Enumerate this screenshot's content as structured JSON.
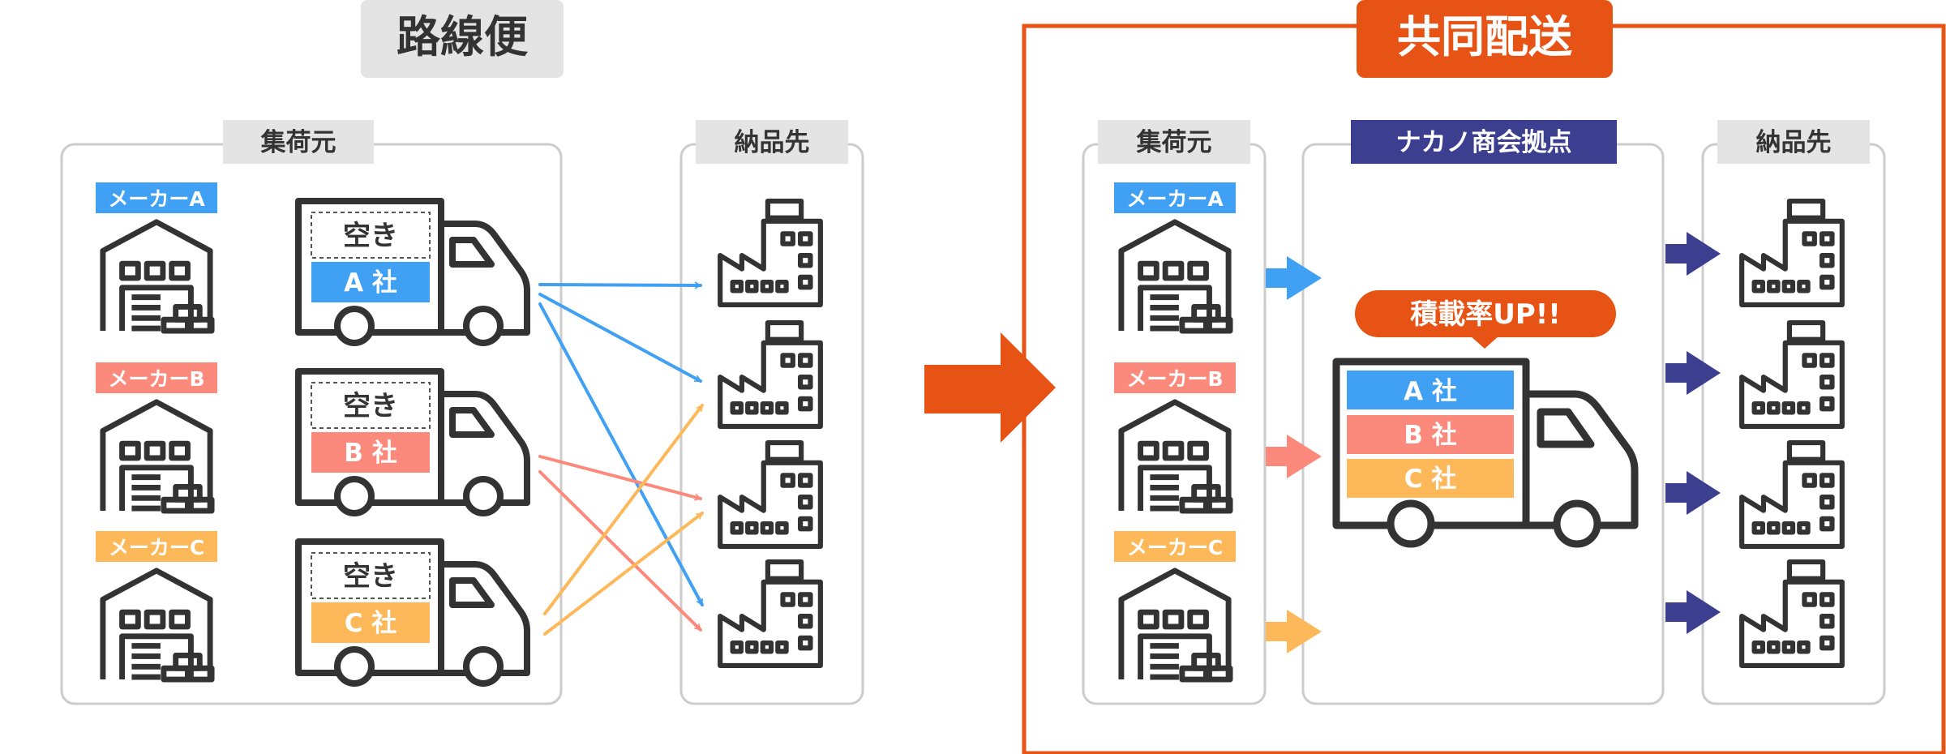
{
  "left": {
    "title": "路線便",
    "origin_label": "集荷元",
    "destination_label": "納品先",
    "makers": [
      {
        "label": "メーカーA",
        "color": "#3fa0f4"
      },
      {
        "label": "メーカーB",
        "color": "#fb8a7c"
      },
      {
        "label": "メーカーC",
        "color": "#fdb859"
      }
    ],
    "trucks": [
      {
        "empty_label": "空き",
        "company": "A 社",
        "color": "#3fa0f4"
      },
      {
        "empty_label": "空き",
        "company": "B 社",
        "color": "#fb8a7c"
      },
      {
        "empty_label": "空き",
        "company": "C 社",
        "color": "#fdb859"
      }
    ]
  },
  "right": {
    "title": "共同配送",
    "origin_label": "集荷元",
    "hub_label": "ナカノ商会拠点",
    "destination_label": "納品先",
    "makers": [
      {
        "label": "メーカーA",
        "color": "#3fa0f4"
      },
      {
        "label": "メーカーB",
        "color": "#fb8a7c"
      },
      {
        "label": "メーカーC",
        "color": "#fdb859"
      }
    ],
    "callout": "積載率UP!!",
    "truck_loads": [
      {
        "company": "A 社",
        "color": "#3fa0f4"
      },
      {
        "company": "B 社",
        "color": "#fb8a7c"
      },
      {
        "company": "C 社",
        "color": "#fdb859"
      }
    ]
  },
  "colors": {
    "accent_orange": "#e65314",
    "hub_navy": "#3c3e8f",
    "icon_dark": "#333333",
    "header_gray": "#e4e4e4",
    "border_gray": "#cccccc"
  }
}
